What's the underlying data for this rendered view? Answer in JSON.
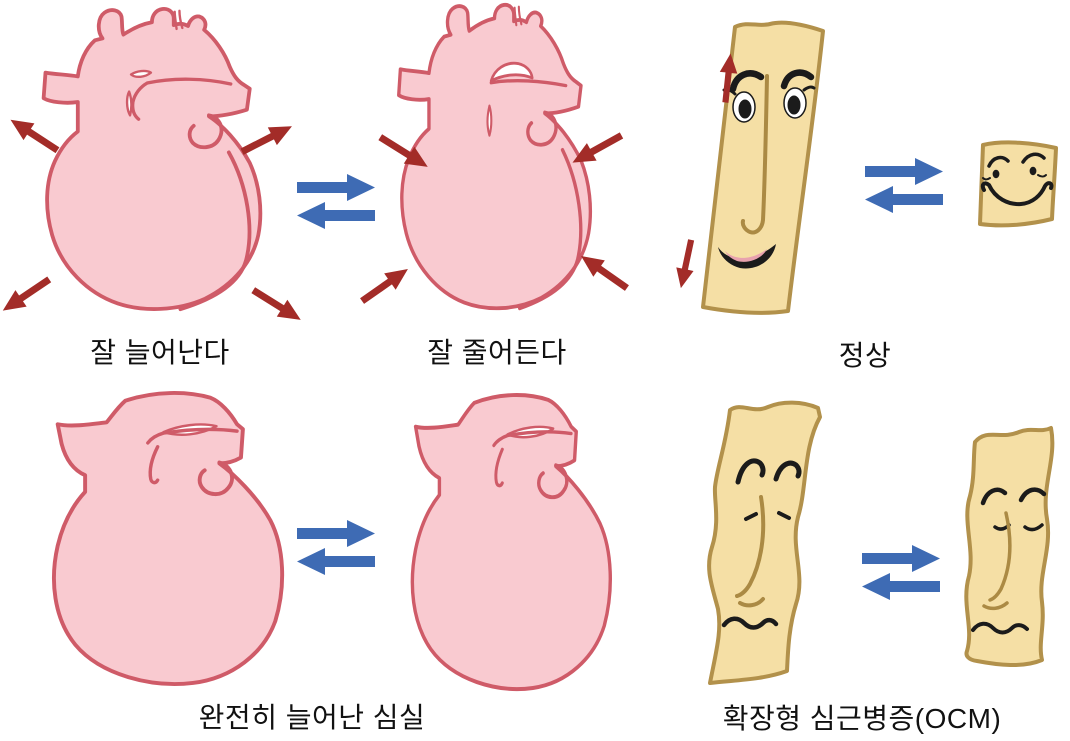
{
  "labels": {
    "stretch_well": "잘 늘어난다",
    "contract_well": "잘 줄어든다",
    "normal": "정상",
    "fully_dilated_ventricle": "완전히 늘어난 심실",
    "dilated_cardiomyopathy": "확장형 심근병증(OCM)"
  },
  "colors": {
    "background": "#ffffff",
    "heart-fill": "#f9cad0",
    "heart-stroke": "#cf5b68",
    "band-fill": "#f5dfa5",
    "band-stroke": "#b2914b",
    "nose-color": "#ab8a44",
    "face-color": "#1b1b1b",
    "lip-fill": "#e8a2ae",
    "red-arrow": "#a32c28",
    "blue-arrow": "#3e6bb4",
    "label-text": "#111111"
  },
  "icons": {
    "reversible_arrows": "⇌",
    "red_arrow": "➔"
  }
}
